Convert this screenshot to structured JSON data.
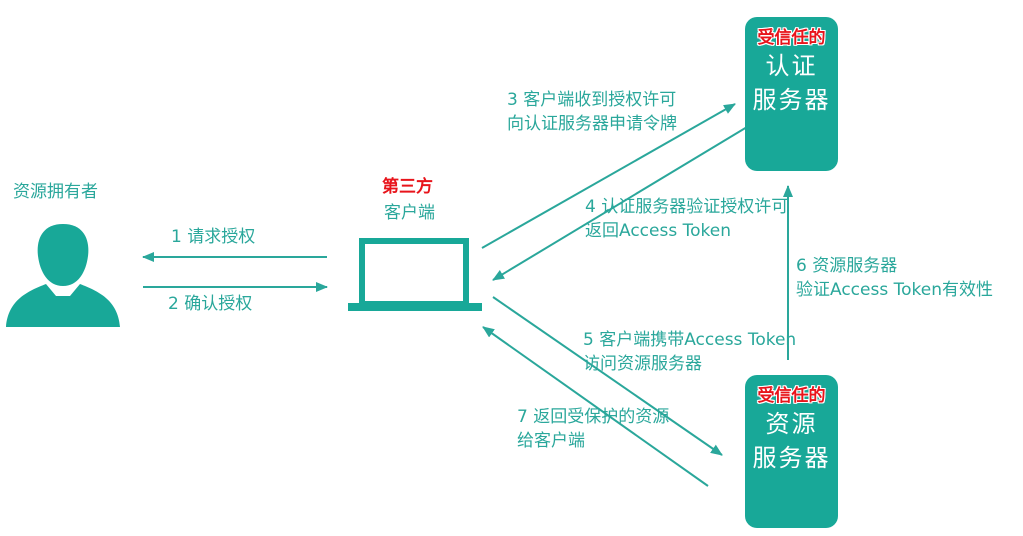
{
  "colors": {
    "teal": "#2aa79b",
    "server_fill": "#18a898",
    "trusted_red": "#e8141b"
  },
  "resource_owner": {
    "label": "资源拥有者",
    "icon": "person-icon"
  },
  "client": {
    "tag": "第三方",
    "label": "客户端",
    "icon": "laptop-icon"
  },
  "auth_server": {
    "tag": "受信任的",
    "line1": "认证",
    "line2": "服务器"
  },
  "resource_server": {
    "tag": "受信任的",
    "line1": "资源",
    "line2": "服务器"
  },
  "steps": [
    {
      "lines": [
        "1 请求授权"
      ]
    },
    {
      "lines": [
        "2 确认授权"
      ]
    },
    {
      "lines": [
        "3 客户端收到授权许可",
        "向认证服务器申请令牌"
      ]
    },
    {
      "lines": [
        "4 认证服务器验证授权许可",
        "返回Access Token"
      ]
    },
    {
      "lines": [
        "5 客户端携带Access Token",
        "访问资源服务器"
      ]
    },
    {
      "lines": [
        "6 资源服务器",
        "验证Access Token有效性"
      ]
    },
    {
      "lines": [
        "7 返回受保护的资源",
        "给客户端"
      ]
    }
  ]
}
